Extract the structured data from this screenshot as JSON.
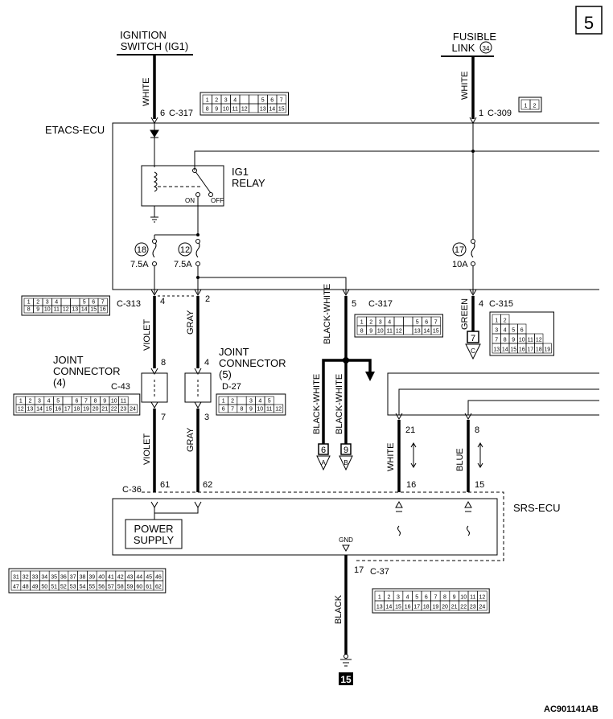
{
  "page_number": "5",
  "figure_code": "AC901141AB",
  "sources": {
    "ignition_line1": "IGNITION",
    "ignition_line2": "SWITCH (IG1)",
    "fusible_line1": "FUSIBLE",
    "fusible_line2": "LINK",
    "fusible_num": "34"
  },
  "modules": {
    "etacs": "ETACS-ECU",
    "srs": "SRS-ECU",
    "relay_line1": "IG1",
    "relay_line2": "RELAY",
    "relay_on": "ON",
    "relay_off": "OFF",
    "power_line1": "POWER",
    "power_line2": "SUPPLY",
    "gnd": "GND"
  },
  "fuses": [
    {
      "num": "18",
      "rating": "7.5A"
    },
    {
      "num": "12",
      "rating": "7.5A"
    },
    {
      "num": "17",
      "rating": "10A"
    }
  ],
  "connectors": {
    "c317": "C-317",
    "c309": "C-309",
    "c313": "C-313",
    "c315": "C-315",
    "c43": "C-43",
    "d27": "D-27",
    "c36": "C-36",
    "c37": "C-37"
  },
  "joints": {
    "j4_line1": "JOINT",
    "j4_line2": "CONNECTOR",
    "j4_line3": "(4)",
    "j5_line1": "JOINT",
    "j5_line2": "CONNECTOR",
    "j5_line3": "(5)"
  },
  "wires": {
    "white": "WHITE",
    "violet": "VIOLET",
    "gray": "GRAY",
    "black_white": "BLACK-WHITE",
    "green": "GREEN",
    "blue": "BLUE",
    "black": "BLACK"
  },
  "pins": {
    "p6": "6",
    "p1": "1",
    "p4a": "4",
    "p2": "2",
    "p5": "5",
    "p4b": "4",
    "p8a": "8",
    "p4c": "4",
    "p7": "7",
    "p3": "3",
    "p21": "21",
    "p8b": "8",
    "p61": "61",
    "p62": "62",
    "p16": "16",
    "p15": "15",
    "p17": "17"
  },
  "offpage": {
    "a_num": "6",
    "a_letter": "A",
    "b_num": "9",
    "b_letter": "B",
    "c_num": "7",
    "c_letter": "C",
    "ground_ref": "15"
  },
  "cells": {
    "c317_top": [
      "1",
      "2",
      "3",
      "4",
      "",
      "",
      "5",
      "6",
      "7"
    ],
    "c317_bot": [
      "8",
      "9",
      "10",
      "11",
      "12",
      "",
      "13",
      "14",
      "15"
    ],
    "c313_top": [
      "1",
      "2",
      "3",
      "4",
      "",
      "",
      "5",
      "6",
      "7"
    ],
    "c313_bot": [
      "8",
      "9",
      "10",
      "11",
      "12",
      "13",
      "14",
      "15",
      "16"
    ],
    "c43_top": [
      "1",
      "2",
      "3",
      "4",
      "5",
      "",
      "6",
      "7",
      "8",
      "9",
      "10",
      "11"
    ],
    "c43_bot": [
      "12",
      "13",
      "14",
      "15",
      "16",
      "17",
      "18",
      "19",
      "20",
      "21",
      "22",
      "23",
      "24"
    ],
    "d27_top": [
      "1",
      "2",
      "",
      "3",
      "4",
      "5"
    ],
    "d27_bot": [
      "6",
      "7",
      "8",
      "9",
      "10",
      "11",
      "12"
    ],
    "c315": [
      "1",
      "2",
      "3",
      "4",
      "5",
      "6",
      "7",
      "8",
      "9",
      "10",
      "11",
      "12",
      "13",
      "14",
      "15",
      "16",
      "17",
      "18",
      "19"
    ],
    "c36_top": [
      "31",
      "32",
      "33",
      "34",
      "35",
      "36",
      "37",
      "38",
      "39",
      "40",
      "41",
      "42",
      "43",
      "44",
      "45",
      "46"
    ],
    "c36_bot": [
      "47",
      "48",
      "49",
      "50",
      "51",
      "52",
      "53",
      "54",
      "55",
      "56",
      "57",
      "58",
      "59",
      "60",
      "61",
      "62"
    ],
    "c37_top": [
      "1",
      "2",
      "3",
      "4",
      "5",
      "6",
      "7",
      "8",
      "9",
      "10",
      "11",
      "12"
    ],
    "c37_bot": [
      "13",
      "14",
      "15",
      "16",
      "17",
      "18",
      "19",
      "20",
      "21",
      "22",
      "23",
      "24"
    ],
    "c309": [
      "1",
      "2"
    ]
  }
}
